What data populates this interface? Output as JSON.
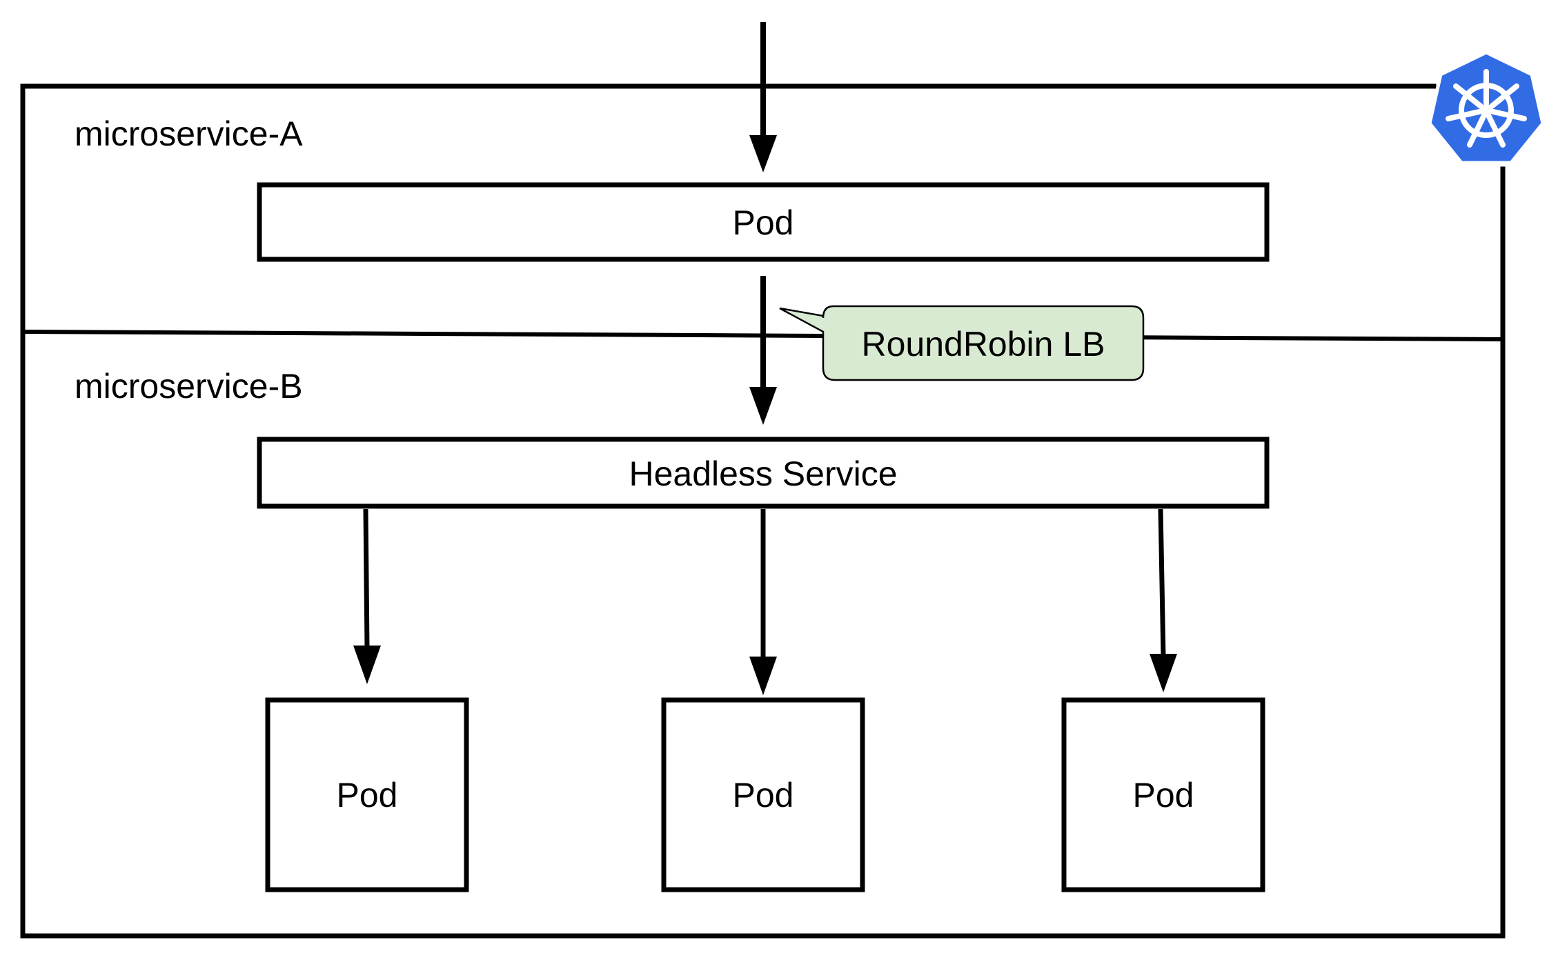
{
  "diagram": {
    "microservice_a": {
      "label": "microservice-A"
    },
    "microservice_b": {
      "label": "microservice-B"
    },
    "pod_a": {
      "label": "Pod"
    },
    "headless_service": {
      "label": "Headless Service"
    },
    "callout": {
      "label": "RoundRobin LB"
    },
    "pods_b": [
      {
        "label": "Pod"
      },
      {
        "label": "Pod"
      },
      {
        "label": "Pod"
      }
    ],
    "logo": {
      "icon": "kubernetes-icon"
    }
  },
  "colors": {
    "line": "#000000",
    "callout_fill": "#d9ead3",
    "kubernetes_blue": "#326ce5"
  }
}
